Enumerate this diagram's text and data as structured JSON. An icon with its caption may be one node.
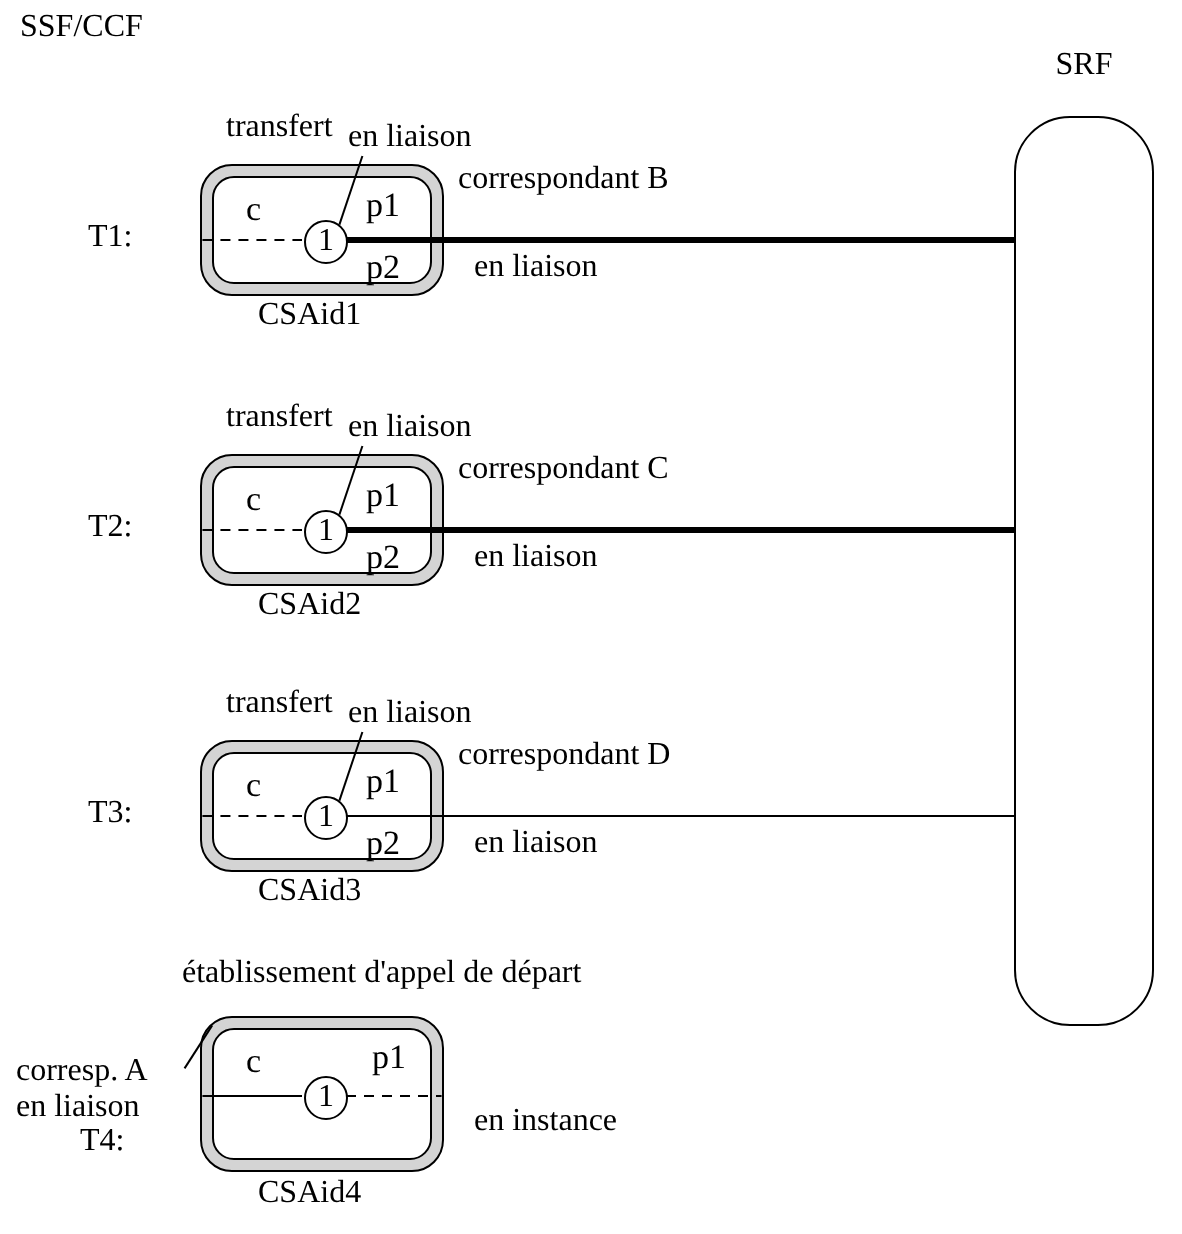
{
  "diagram": {
    "nodes": [
      {
        "text": [
          "SRF"
        ]
      },
      {
        "text": [
          "c",
          "p1",
          "p2"
        ],
        "beside": [
          "transfert",
          "CSAid1"
        ]
      },
      {
        "text": [
          "1"
        ],
        "in": 1
      },
      {
        "text": [
          "en liaison"
        ]
      },
      {
        "text": [
          "c",
          "p1",
          "p2"
        ],
        "beside": [
          "transfert",
          "CSAid2"
        ]
      },
      {
        "text": [
          "1"
        ],
        "in": 4
      },
      {
        "text": [
          "en liaison"
        ]
      },
      {
        "text": [
          "c",
          "p1",
          "p2"
        ],
        "beside": [
          "transfert",
          "CSAid3"
        ]
      },
      {
        "text": [
          "1"
        ],
        "in": 7
      },
      {
        "text": [
          "en liaison"
        ]
      },
      {
        "text": [
          "c",
          "p1"
        ],
        "beside": [
          "établissement d'appel de départ",
          "CSAid4"
        ]
      },
      {
        "text": [
          "1"
        ],
        "in": 10
      },
      {
        "text": [
          "corresp. A"
        ]
      }
    ],
    "edges": [
      {
        "from": 1,
        "to": 2,
        "arrow": "none",
        "style": "dashed"
      },
      {
        "from": 2,
        "to": 0,
        "arrow": "none",
        "label": "correspondant B",
        "style": "thick"
      },
      {
        "from": 3,
        "to": 2,
        "arrow": "none"
      },
      {
        "from": 4,
        "to": 5,
        "arrow": "none",
        "style": "dashed"
      },
      {
        "from": 5,
        "to": 0,
        "arrow": "none",
        "label": "correspondant C",
        "style": "thick"
      },
      {
        "from": 6,
        "to": 5,
        "arrow": "none"
      },
      {
        "from": 7,
        "to": 8,
        "arrow": "none",
        "style": "dashed"
      },
      {
        "from": 8,
        "to": 0,
        "arrow": "none",
        "label": "correspondant D"
      },
      {
        "from": 9,
        "to": 8,
        "arrow": "none"
      },
      {
        "from": 10,
        "to": 11,
        "arrow": "none"
      },
      {
        "from": 11,
        "to": 10,
        "arrow": "none",
        "style": "dashed"
      },
      {
        "from": 12,
        "to": 10,
        "arrow": "none"
      }
    ],
    "labels": [
      "SSF/CCF",
      "T1:",
      "en liaison",
      "T2:",
      "en liaison",
      "T3:",
      "en liaison",
      "en liaison",
      "T4:",
      "en instance"
    ]
  }
}
